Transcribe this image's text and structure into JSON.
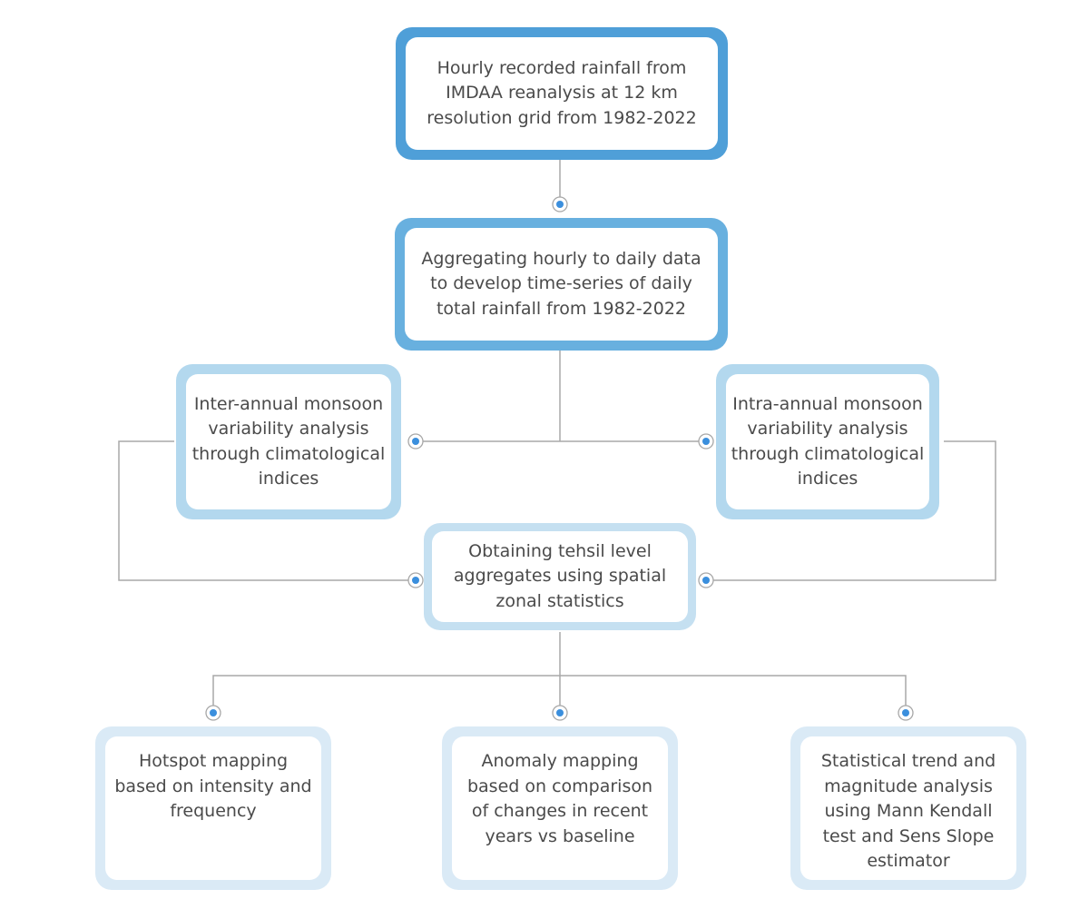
{
  "colors": {
    "level1": "#4f9fd8",
    "level2": "#68b0df",
    "level3": "#b3d8ee",
    "level4": "#c5e0f1",
    "level5": "#daeaf6",
    "connector": "#a9a9a9",
    "dot": "#3b8fdd",
    "text": "#4a4a4a"
  },
  "nodes": {
    "source": {
      "text": "Hourly recorded rainfall from IMDAA reanalysis at 12 km resolution grid from 1982-2022"
    },
    "aggregate": {
      "text": "Aggregating hourly to daily data to develop time-series of daily total rainfall from 1982-2022"
    },
    "inter_annual": {
      "text": "Inter-annual monsoon variability analysis through climatological indices"
    },
    "intra_annual": {
      "text": "Intra-annual monsoon variability analysis through climatological indices"
    },
    "tehsil": {
      "text": "Obtaining tehsil level aggregates using spatial zonal statistics"
    },
    "hotspot": {
      "text": "Hotspot mapping based on intensity and frequency"
    },
    "anomaly": {
      "text": "Anomaly mapping based on comparison of changes in recent years vs baseline"
    },
    "trend": {
      "text": "Statistical trend and magnitude analysis using Mann Kendall test and Sens Slope estimator"
    }
  }
}
